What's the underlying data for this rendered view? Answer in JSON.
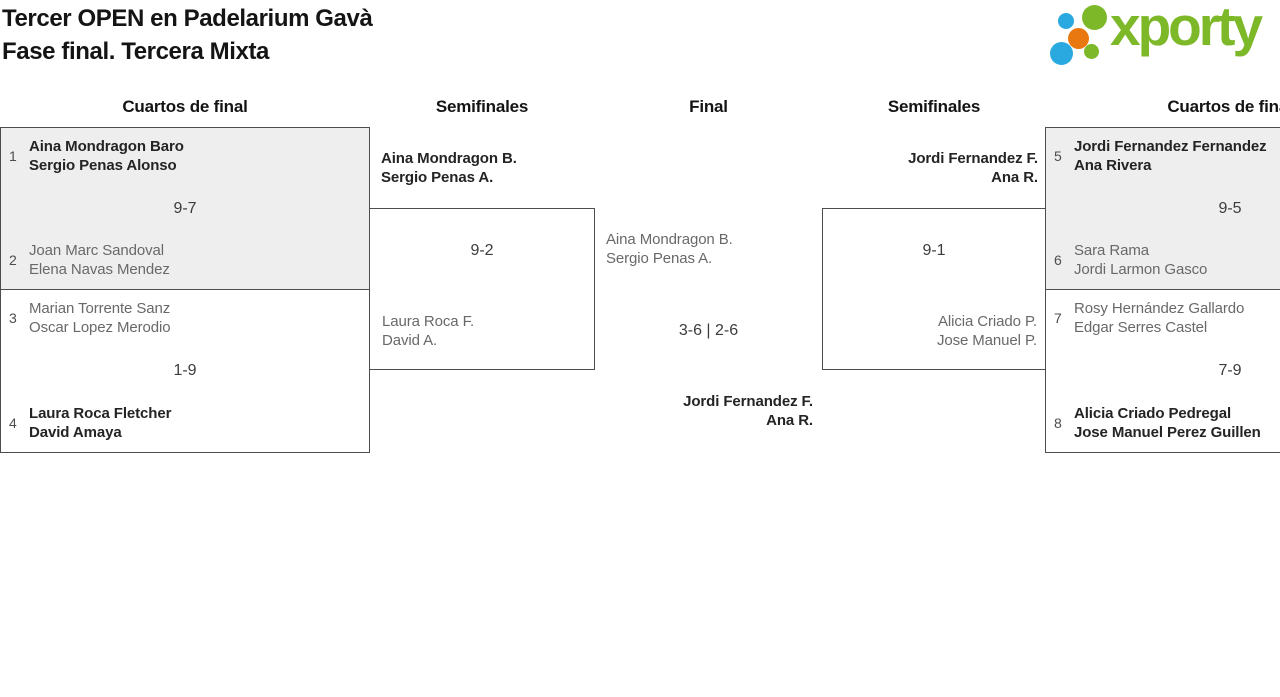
{
  "page": {
    "title_line1": "Tercer OPEN en Padelarium Gavà",
    "title_line2": "Fase final. Tercera Mixta"
  },
  "logo": {
    "text": "xporty",
    "green": "#7cb828",
    "blue": "#2aa9e0",
    "orange": "#e8780f"
  },
  "columns": {
    "qf_left": "Cuartos de final",
    "sf_left": "Semifinales",
    "final": "Final",
    "sf_right": "Semifinales",
    "qf_right": "Cuartos de final"
  },
  "quarterfinals": [
    {
      "team1": {
        "seed": "1",
        "player1": "Aina Mondragon Baro",
        "player2": "Sergio Penas Alonso",
        "result": "winner"
      },
      "score": "9-7",
      "team2": {
        "seed": "2",
        "player1": "Joan Marc Sandoval",
        "player2": "Elena Navas Mendez",
        "result": "loser"
      }
    },
    {
      "team1": {
        "seed": "3",
        "player1": "Marian Torrente Sanz",
        "player2": "Oscar Lopez Merodio",
        "result": "loser"
      },
      "score": "1-9",
      "team2": {
        "seed": "4",
        "player1": "Laura Roca Fletcher",
        "player2": "David Amaya",
        "result": "winner"
      }
    },
    {
      "team1": {
        "seed": "5",
        "player1": "Jordi Fernandez Fernandez",
        "player2": "Ana Rivera",
        "result": "winner"
      },
      "score": "9-5",
      "team2": {
        "seed": "6",
        "player1": "Sara Rama",
        "player2": "Jordi Larmon Gasco",
        "result": "loser"
      }
    },
    {
      "team1": {
        "seed": "7",
        "player1": "Rosy Hernández Gallardo",
        "player2": "Edgar Serres Castel",
        "result": "loser"
      },
      "score": "7-9",
      "team2": {
        "seed": "8",
        "player1": "Alicia Criado Pedregal",
        "player2": "Jose Manuel Perez Guillen",
        "result": "winner"
      }
    }
  ],
  "semifinals": [
    {
      "team1": {
        "player1": "Aina Mondragon B.",
        "player2": "Sergio Penas A.",
        "result": "winner"
      },
      "score": "9-2",
      "team2": {
        "player1": "Laura Roca F.",
        "player2": "David A.",
        "result": "loser"
      }
    },
    {
      "team1": {
        "player1": "Jordi Fernandez F.",
        "player2": "Ana R.",
        "result": "winner"
      },
      "score": "9-1",
      "team2": {
        "player1": "Alicia Criado P.",
        "player2": "Jose Manuel P.",
        "result": "loser"
      }
    }
  ],
  "final": {
    "team1": {
      "player1": "Aina Mondragon B.",
      "player2": "Sergio Penas A.",
      "result": "loser"
    },
    "score": "3-6 | 2-6",
    "team2": {
      "player1": "Jordi Fernandez F.",
      "player2": "Ana R.",
      "result": "winner"
    }
  }
}
